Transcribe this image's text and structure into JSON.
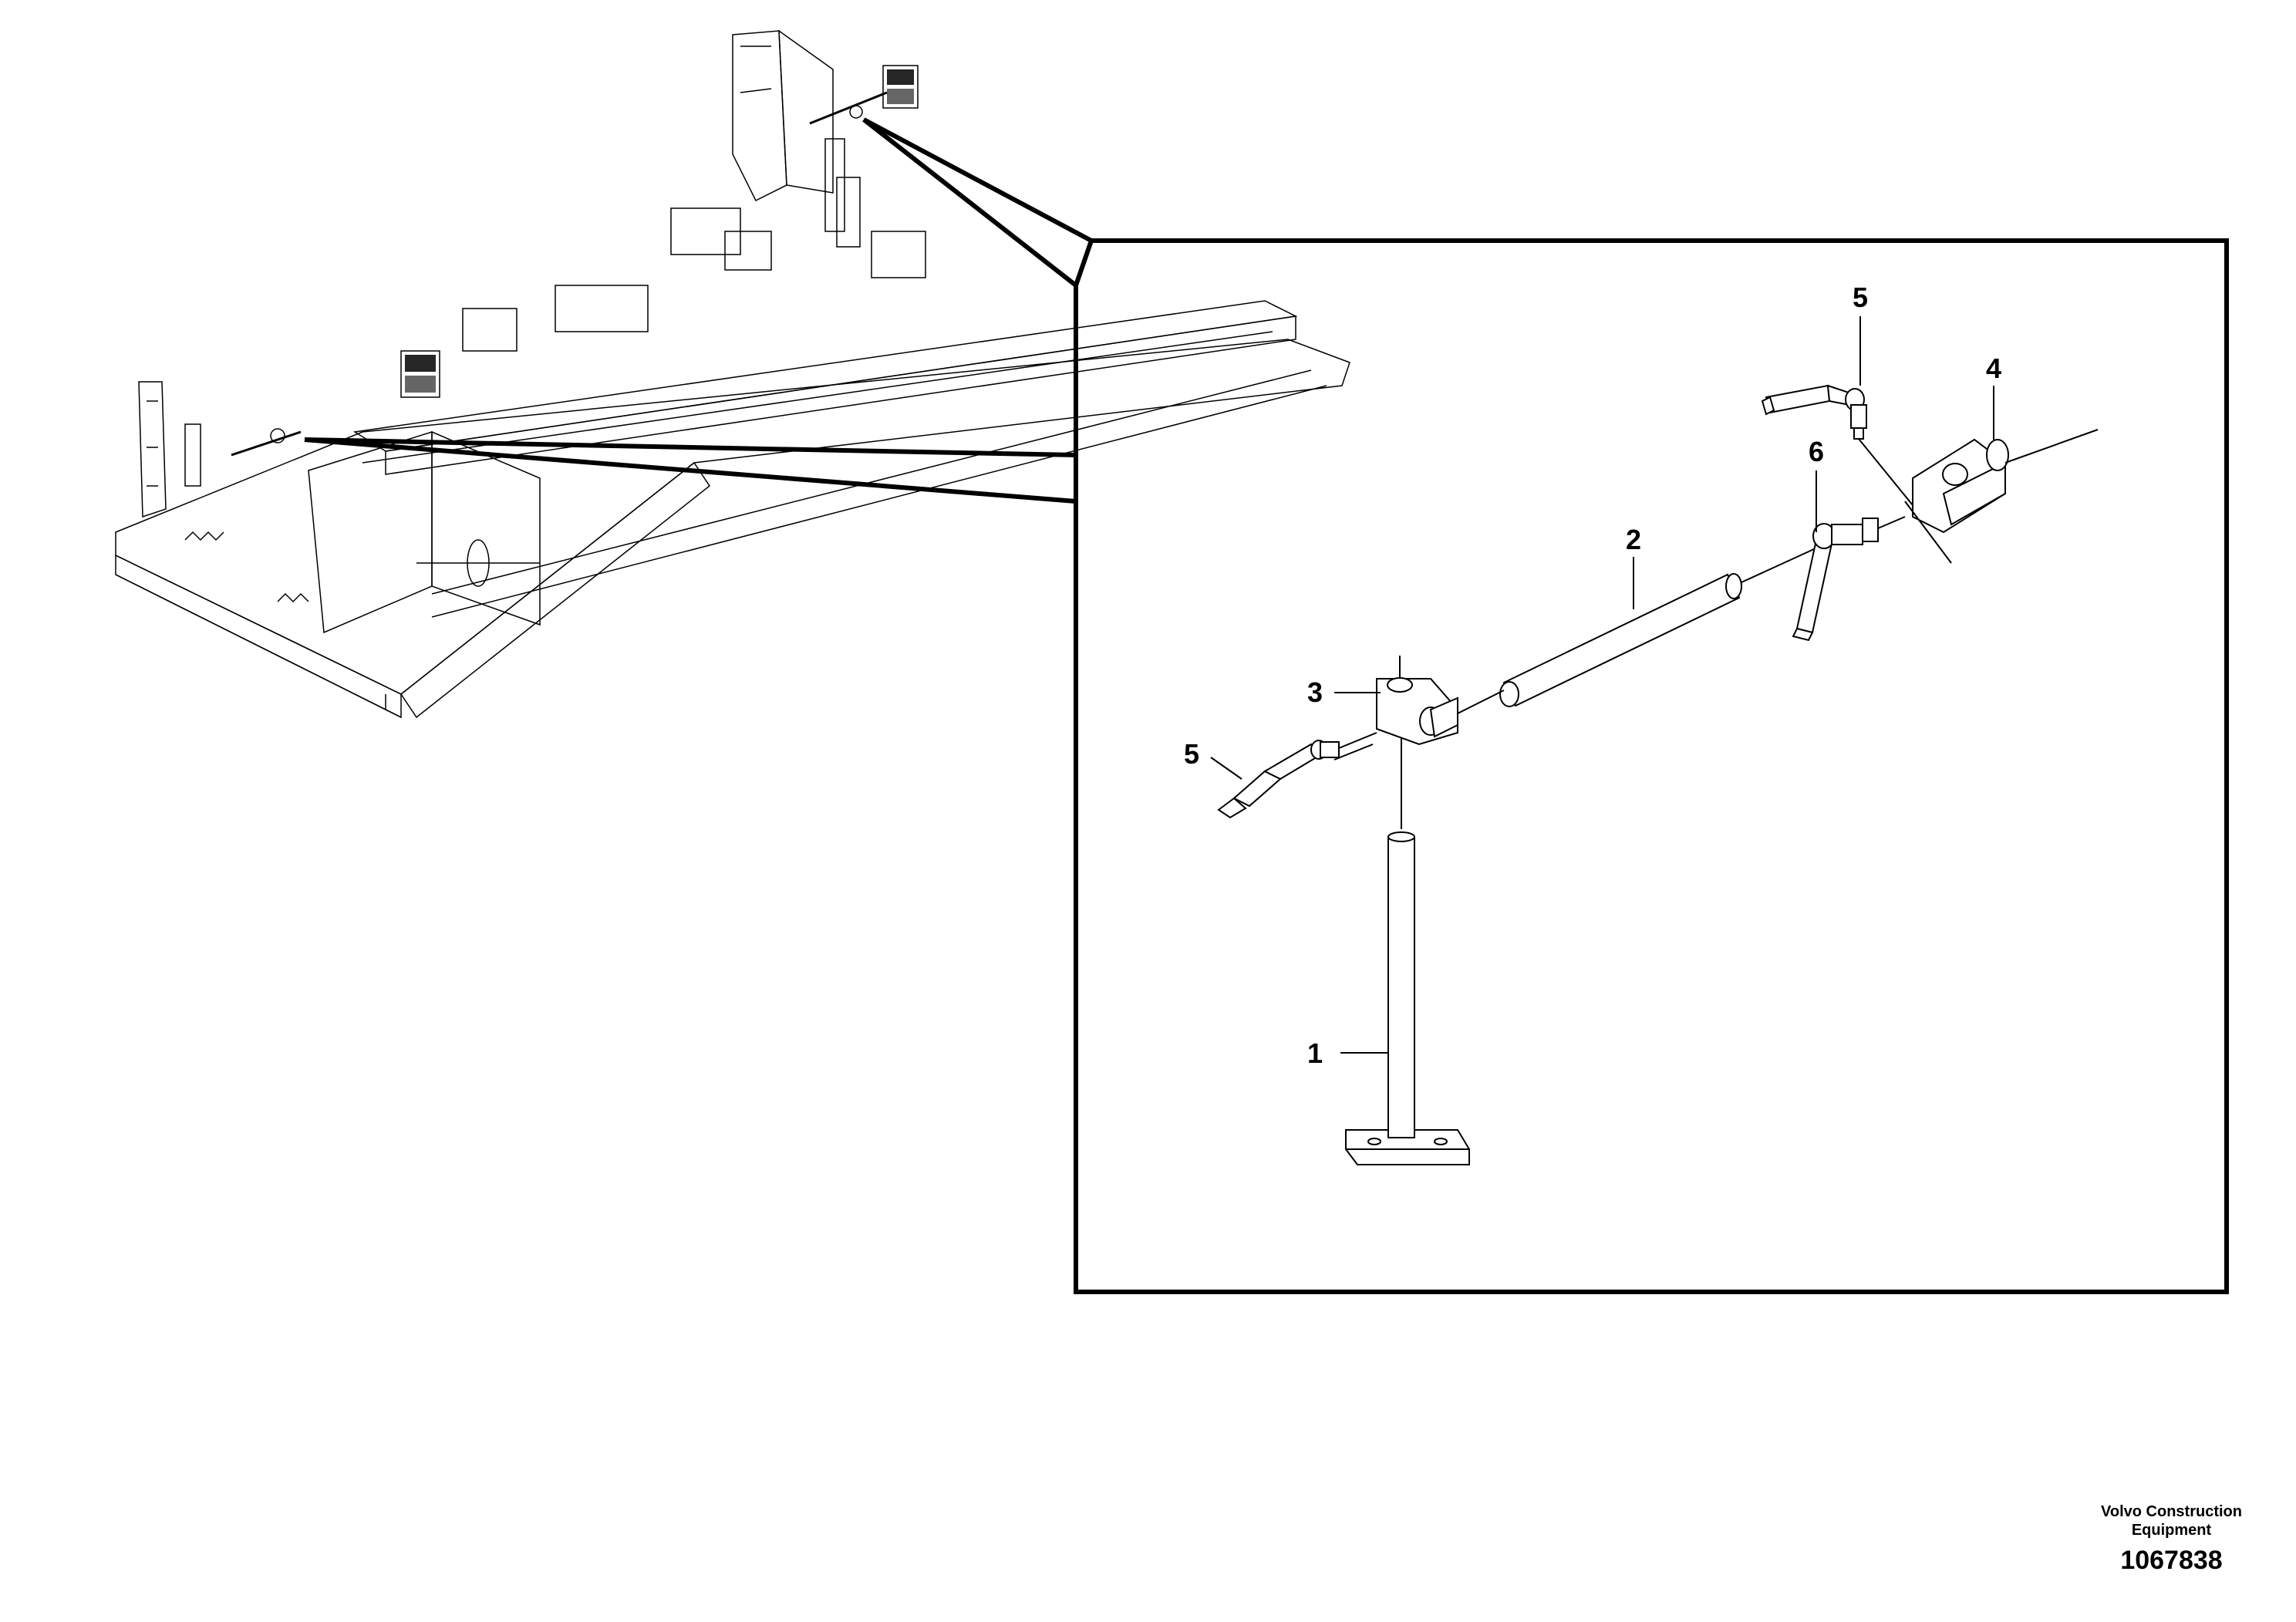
{
  "callouts": [
    {
      "id": "1",
      "label": "1"
    },
    {
      "id": "2",
      "label": "2"
    },
    {
      "id": "3",
      "label": "3"
    },
    {
      "id": "4",
      "label": "4"
    },
    {
      "id": "5a",
      "label": "5"
    },
    {
      "id": "5b",
      "label": "5"
    },
    {
      "id": "6",
      "label": "6"
    }
  ],
  "footer": {
    "company_line1": "Volvo Construction",
    "company_line2": "Equipment",
    "doc_number": "1067838"
  },
  "colors": {
    "ink": "#000000",
    "background": "#ffffff"
  }
}
